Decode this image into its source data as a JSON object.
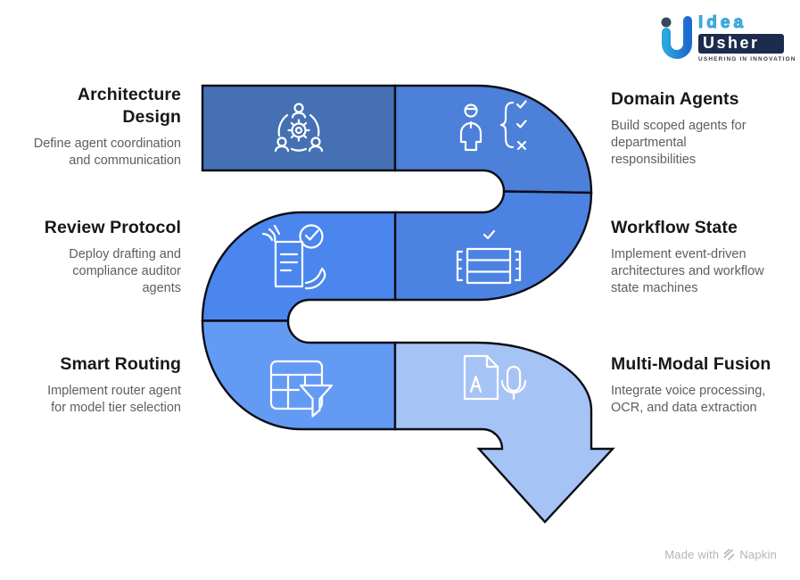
{
  "logo": {
    "idea": "Idea",
    "usher": "Usher",
    "tagline": "USHERING IN INNOVATION",
    "mark_icon": "idea-usher-u-logo-mark",
    "colors": {
      "idea_blue": "#43b2e6",
      "usher_box_navy": "#1d2b4d",
      "mark_cyan": "#2aa7de",
      "mark_blue": "#1f6ad0",
      "dot_slate": "#35495e"
    }
  },
  "footer": {
    "made_with": "Made with",
    "brand": "Napkin",
    "icon": "napkin-logo-icon",
    "text_color": "#b5b5b5"
  },
  "diagram": {
    "type": "s-curve-process-flow",
    "outline_color": "#0c0e16",
    "icon_stroke_color": "#ffffff",
    "title_color": "#15171b",
    "description_color": "#5b5e63",
    "flow_order": [
      1,
      2,
      4,
      3,
      5,
      6
    ]
  },
  "stages": [
    {
      "id": 1,
      "side": "left",
      "title": "Architecture Design",
      "description": "Define agent coordination and communication",
      "icon": "team-coordination-gear-icon",
      "color": "#4571b4"
    },
    {
      "id": 2,
      "side": "right",
      "title": "Domain Agents",
      "description": "Build scoped agents for departmental responsibilities",
      "icon": "agent-person-checklist-icon",
      "color": "#4d80d8"
    },
    {
      "id": 3,
      "side": "left",
      "title": "Review Protocol",
      "description": "Deploy drafting and compliance auditor agents",
      "icon": "document-review-hands-icon",
      "color": "#4b86ee"
    },
    {
      "id": 4,
      "side": "right",
      "title": "Workflow State",
      "description": "Implement event-driven architectures and workflow state machines",
      "icon": "state-table-check-icon",
      "color": "#4c82e2"
    },
    {
      "id": 5,
      "side": "left",
      "title": "Smart Routing",
      "description": "Implement router agent for model tier selection",
      "icon": "table-filter-funnel-icon",
      "color": "#639af4"
    },
    {
      "id": 6,
      "side": "right",
      "title": "Multi-Modal Fusion",
      "description": "Integrate voice processing, OCR, and data extraction",
      "icon": "document-voice-ocr-icon",
      "color": "#a6c3f5"
    }
  ]
}
